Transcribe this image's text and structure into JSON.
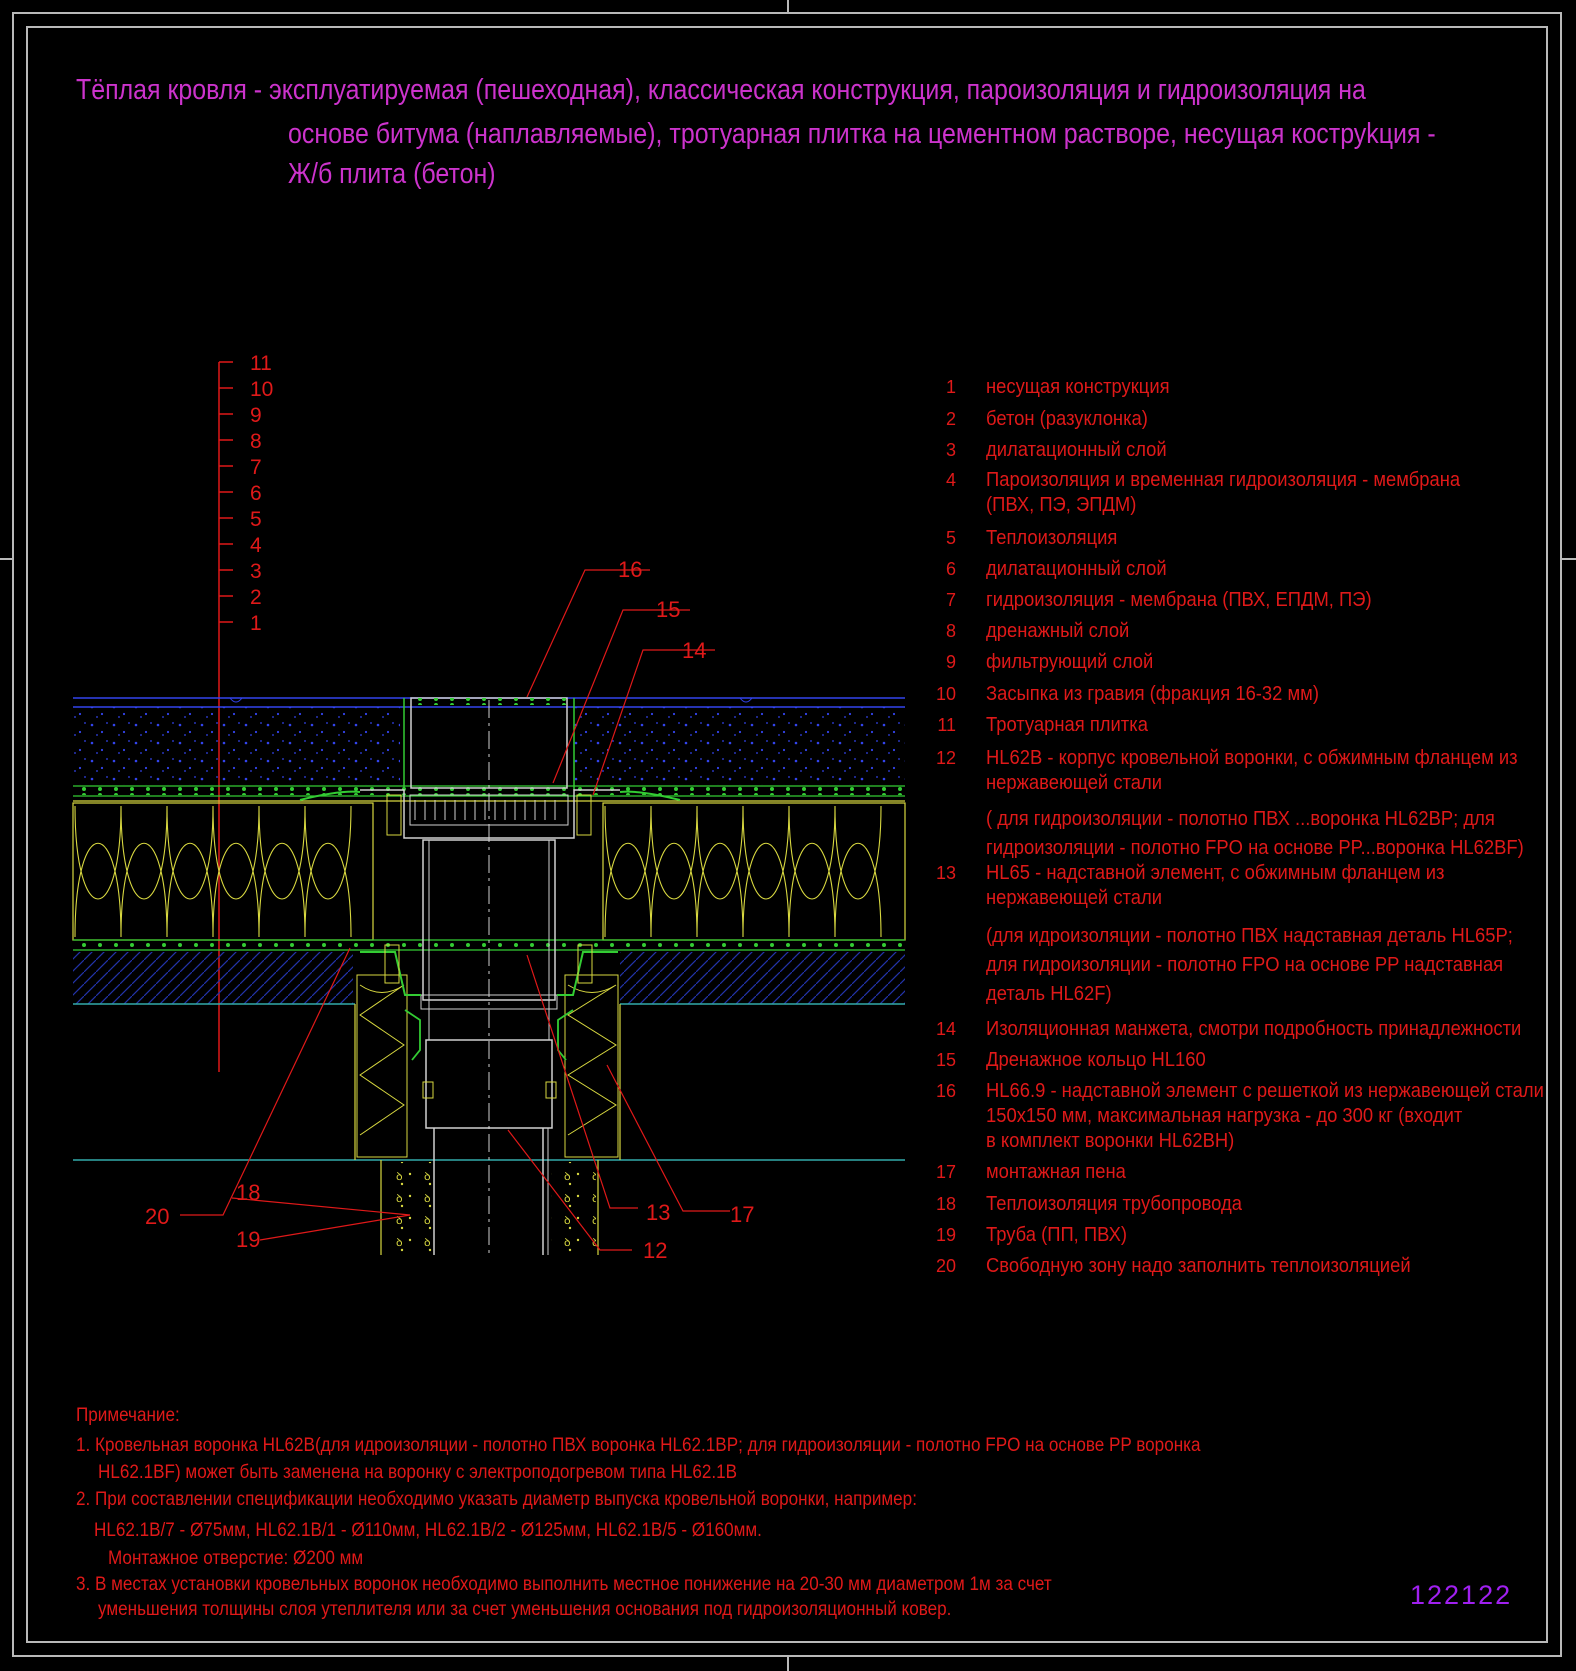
{
  "title": {
    "line1": "Тёплая кровля - эксплуатируемая (пешеходная), классическая конструкция, пароизоляция и гидроизоляция на",
    "line2": "основе битума (наплавляемые), тротуарная плитка на цементном растворе, несущая коструkция -",
    "line3": "Ж/б плита (бетон)"
  },
  "layer_numbers": [
    "11",
    "10",
    "9",
    "8",
    "7",
    "6",
    "5",
    "4",
    "3",
    "2",
    "1"
  ],
  "callouts": [
    "16",
    "15",
    "14",
    "20",
    "18",
    "19",
    "13",
    "12",
    "17"
  ],
  "legend": [
    {
      "num": "1",
      "text": "несущая конструкция"
    },
    {
      "num": "2",
      "text": "бетон (разуклонка)"
    },
    {
      "num": "3",
      "text": "дилатационный слой"
    },
    {
      "num": "4",
      "text": "Пароизоляция и временная гидроизоляция - мембрана",
      "text2": "(ПВХ, ПЭ, ЭПДМ)"
    },
    {
      "num": "5",
      "text": "Теплоизоляция"
    },
    {
      "num": "6",
      "text": "дилатационный слой"
    },
    {
      "num": "7",
      "text": "гидроизоляция - мембрана (ПВХ, ЕПДМ, ПЭ)"
    },
    {
      "num": "8",
      "text": "дренажный   слой"
    },
    {
      "num": "9",
      "text": "фильтрующий слой"
    },
    {
      "num": "10",
      "text": "Засыпка из гравия (фракция 16-32 мм)"
    },
    {
      "num": "11",
      "text": "Тротуарная плитка"
    },
    {
      "num": "12",
      "text": "HL62B - корпус кровельной воронки, с обжимным фланцем из",
      "text2": "нержавеющей стали"
    },
    {
      "num": "",
      "text": "( для гидроизоляции - полотно ПВХ ...воронка HL62BP; для",
      "text2": "гидроизоляции -  полотно FPO на основе PP...воронка HL62BF)"
    },
    {
      "num": "13",
      "text": "HL65 - надставной элемент, с обжимным фланцем из",
      "text2": "нержавеющей стали"
    },
    {
      "num": "",
      "text": "(для идроизоляции - полотно ПВХ надставная деталь HL65P;",
      "text2": "для гидроизоляции -  полотно FPO на основе PP надставная",
      "text3": "деталь HL62F)"
    },
    {
      "num": "14",
      "text": "Изоляционная  манжета, смотри подробность принадлежности"
    },
    {
      "num": "15",
      "text": "Дренажное кольцо HL160"
    },
    {
      "num": "16",
      "text": "HL66.9 - надставной элемент с решеткой из нержавеющей стали",
      "text2": "150x150 мм, максимальная нагрузка - до 300 кг (входит",
      "text3": "в комплект воронки HL62BH)"
    },
    {
      "num": "17",
      "text": "монтажная пена"
    },
    {
      "num": "18",
      "text": "Теплоизоляция трубопровода"
    },
    {
      "num": "19",
      "text": "Труба (ПП, ПВХ)"
    },
    {
      "num": "20",
      "text": "Свободную зону надо заполнить теплоизоляцией"
    }
  ],
  "notes": {
    "heading": "Примечание:",
    "n1a": "1. Кровельная воронка HL62B(для идроизоляции - полотно ПВХ воронка HL62.1BP; для гидроизоляции -  полотно FPO на основе PP воронка",
    "n1b": "HL62.1BF) может быть заменена на воронку с электроподогревом типа HL62.1B",
    "n2a": "2. При составлении спецификации необходимо указать диаметр выпуска кровельной воронки, например:",
    "n2b": "HL62.1B/7 - Ø75мм, HL62.1B/1 - Ø110мм, HL62.1B/2 - Ø125мм, HL62.1B/5 - Ø160мм.",
    "n2c": "Монтажное отверстие: Ø200 мм",
    "n3a": "3. В местах установки кровельных воронок необходимо выполнить местное понижение на 20-30 мм диаметром 1м за счет",
    "n3b": "уменьшения толщины слоя утеплителя или за счет уменьшения основания под гидроизоляционный ковер."
  },
  "drawing_id": "122122",
  "colors": {
    "background": "#000000",
    "frame": "#b9b9b9",
    "title": "#cc33cc",
    "legend_text": "#e01919",
    "insulation": "#d8d840",
    "membrane": "#33cc33",
    "tile_surface": "#3344ee",
    "base_line": "#33aaaa",
    "layer_scale": "#e01919",
    "drawing_id": "#a020f0"
  }
}
